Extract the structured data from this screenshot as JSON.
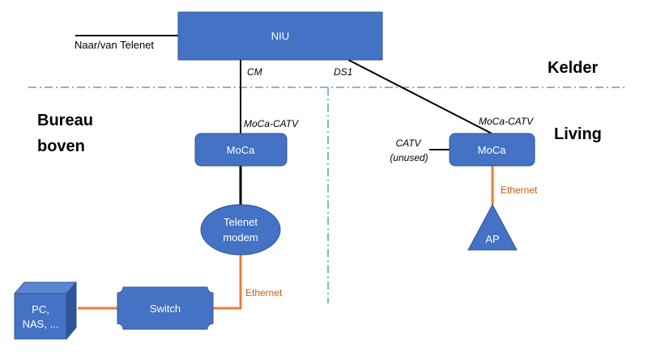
{
  "nodes": {
    "niu": "NIU",
    "moca_left": "MoCa",
    "moca_right": "MoCa",
    "modem_line1": "Telenet",
    "modem_line2": "modem",
    "switch": "Switch",
    "pc_line1": "PC,",
    "pc_line2": "NAS, ...",
    "ap": "AP"
  },
  "labels": {
    "naar_van": "Naar/van Telenet",
    "cm": "CM",
    "ds1": "DS1",
    "moca_catv_left": "MoCa-CATV",
    "moca_catv_right": "MoCa-CATV",
    "catv": "CATV",
    "unused": "(unused)",
    "ethernet_right": "Ethernet",
    "ethernet_left": "Ethernet"
  },
  "zones": {
    "kelder": "Kelder",
    "bureau_line1": "Bureau",
    "bureau_line2": "boven",
    "living": "Living"
  },
  "colors": {
    "node_fill": "#4472C4",
    "node_stroke": "#2F5597",
    "ethernet_line": "#ED7D31",
    "ethernet_text": "#C55A11",
    "divider": "#5B9BD5"
  }
}
